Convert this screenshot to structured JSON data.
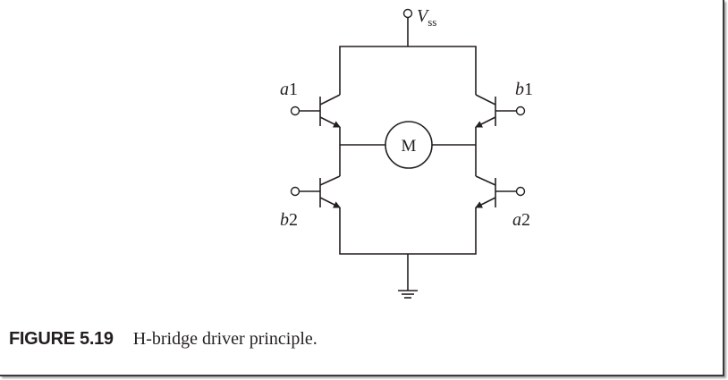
{
  "figure": {
    "number_label": "FIGURE 5.19",
    "caption": "H-bridge driver principle."
  },
  "circuit": {
    "supply": {
      "symbol": "V",
      "subscript": "ss"
    },
    "motor_label": "M",
    "transistors": [
      {
        "id": "Q1",
        "input": "a1",
        "position": "top-left",
        "type": "NPN"
      },
      {
        "id": "Q2",
        "input": "b1",
        "position": "top-right",
        "type": "NPN"
      },
      {
        "id": "Q3",
        "input": "b2",
        "position": "bottom-left",
        "type": "NPN"
      },
      {
        "id": "Q4",
        "input": "a2",
        "position": "bottom-right",
        "type": "NPN"
      }
    ],
    "labels": {
      "a1_letter": "a",
      "a1_digit": "1",
      "b1_letter": "b",
      "b1_digit": "1",
      "b2_letter": "b",
      "b2_digit": "2",
      "a2_letter": "a",
      "a2_digit": "2"
    },
    "ground": "ground-symbol"
  },
  "colors": {
    "ink": "#231f20",
    "frame": "#3a3a3a"
  }
}
